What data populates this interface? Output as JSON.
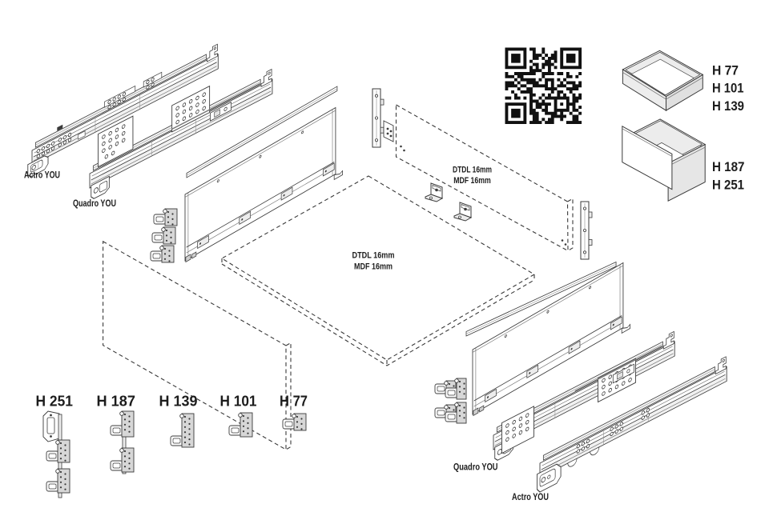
{
  "colors": {
    "background": "#ffffff",
    "ink": "#3a3a3a",
    "text": "#1c1c1c"
  },
  "slides": {
    "top": [
      {
        "label": "Actro YOU"
      },
      {
        "label": "Quadro YOU"
      }
    ],
    "bottom": [
      {
        "label": "Quadro YOU"
      },
      {
        "label": "Actro YOU"
      }
    ]
  },
  "panels": {
    "bottom_panel": {
      "material_lines": [
        "DTDL 16mm",
        "MDF 16mm"
      ]
    },
    "back_panel": {
      "material_lines": [
        "DTDL 16mm",
        "MDF 16mm"
      ]
    }
  },
  "drawer_heights": {
    "shallow_box": [
      "H 77",
      "H 101",
      "H 139"
    ],
    "tall_box": [
      "H 187",
      "H 251"
    ]
  },
  "front_bracket_sets": [
    {
      "label": "H 251"
    },
    {
      "label": "H 187"
    },
    {
      "label": "H 139"
    },
    {
      "label": "H 101"
    },
    {
      "label": "H 77"
    }
  ],
  "qr": {
    "modules": [
      "1111111011001000001111111",
      "1000001001001000101000001",
      "1011101001110101101011101",
      "1011101001101011101011101",
      "1011101010000110101011101",
      "1000001001101111001000001",
      "1111111010101010101111111",
      "0000000011110010000000000",
      "1001111111001111011010001",
      "1110110000001000000011010",
      "0001011111010111010100000",
      "1110100111100101001011101",
      "1111011001111101011100111",
      "1000100110000111100011110",
      "0010011110000001011001000",
      "0001000011001010010100101",
      "1101101010010111111110111",
      "0000000011101000100010110",
      "1111111010111110101011100",
      "1000001010110100100010101",
      "1011101011001100111110110",
      "1011101011100111101001001",
      "1011101001100001111100110",
      "1000001001101011001000110",
      "1111111011110111000011111"
    ]
  }
}
